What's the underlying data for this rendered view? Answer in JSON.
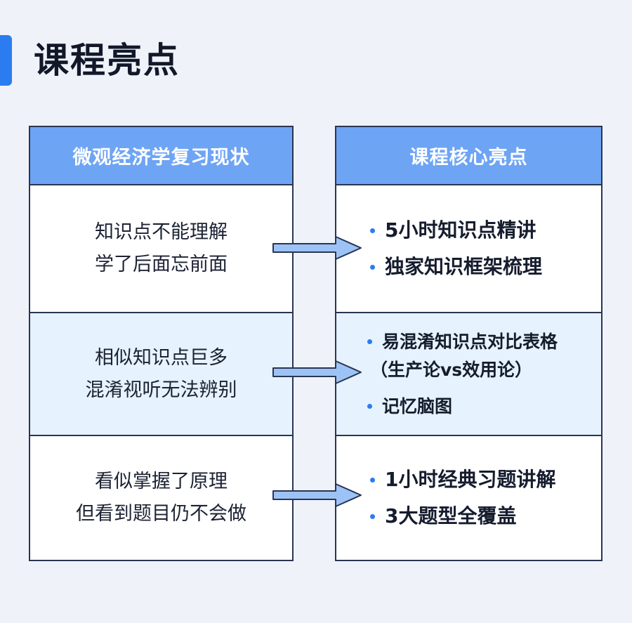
{
  "page_title": "课程亮点",
  "left_table": {
    "header": "微观经济学复习现状",
    "rows": [
      {
        "line1": "知识点不能理解",
        "line2": "学了后面忘前面"
      },
      {
        "line1": "相似知识点巨多",
        "line2": "混淆视听无法辨别"
      },
      {
        "line1": "看似掌握了原理",
        "line2": "但看到题目仍不会做"
      }
    ]
  },
  "right_table": {
    "header": "课程核心亮点",
    "rows": [
      {
        "bullets": [
          "5小时知识点精讲",
          "独家知识框架梳理"
        ]
      },
      {
        "bullet1": "易混淆知识点对比表格",
        "bullet1_cont": "（生产论vs效用论）",
        "bullet2": "记忆脑图"
      },
      {
        "bullets": [
          "1小时经典习题讲解",
          "3大题型全覆盖"
        ]
      }
    ]
  },
  "colors": {
    "accent": "#2b7cf0",
    "header_bg": "#6ea4f4",
    "highlight_row_bg": "#e6f2fd",
    "border": "#2a3553",
    "page_bg": "#eff3f9",
    "arrow_fill": "#9dc3f6"
  },
  "icons": [
    "bullet-dot-icon",
    "right-arrow-icon"
  ]
}
